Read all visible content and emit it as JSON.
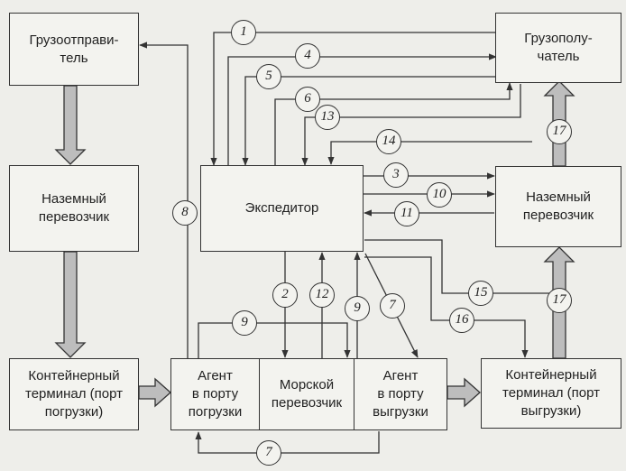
{
  "boxes": {
    "shipper": "Грузоотправи-\nтель",
    "land_carrier_left": "Наземный\nперевозчик",
    "terminal_loading": "Контейнерный\nтерминал (порт\nпогрузки)",
    "forwarder": "Экспедитор",
    "consignee": "Грузополу-\nчатель",
    "land_carrier_right": "Наземный\nперевозчик",
    "agent_loading": "Агент\nв порту\nпогрузки",
    "sea_carrier": "Морской\nперевозчик",
    "agent_unloading": "Агент\nв порту\nвыгрузки",
    "terminal_unloading": "Контейнерный\nтерминал (порт\nвыгрузки)"
  },
  "flow_numbers": {
    "n1": "1",
    "n2": "2",
    "n3": "3",
    "n4": "4",
    "n5": "5",
    "n6": "6",
    "n7a": "7",
    "n7b": "7",
    "n8": "8",
    "n9a": "9",
    "n9b": "9",
    "n10": "10",
    "n11": "11",
    "n12": "12",
    "n13": "13",
    "n14": "14",
    "n15": "15",
    "n16": "16",
    "n17a": "17",
    "n17b": "17"
  },
  "colors": {
    "line": "#333333",
    "arrow_fill": "#bdbdbd",
    "box_fill": "#f3f3ef"
  }
}
